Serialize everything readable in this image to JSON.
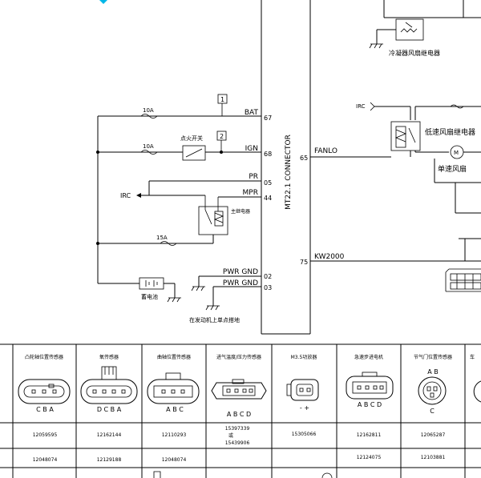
{
  "connector": {
    "title": "MT22.1  CONNECTOR",
    "pins": [
      {
        "name": "BAT",
        "num": "67"
      },
      {
        "name": "IGN",
        "num": "68"
      },
      {
        "name": "PR",
        "num": "05"
      },
      {
        "name": "MPR",
        "num": "44"
      },
      {
        "name": "PWR GND",
        "num": "02"
      },
      {
        "name": "PWR GND",
        "num": "03"
      }
    ],
    "right_pins": [
      {
        "name": "FANLO",
        "num": "65"
      },
      {
        "name": "KW2000",
        "num": "75"
      }
    ]
  },
  "left_circuit": {
    "fuse_bat": "10A",
    "fuse_ign": "10A",
    "fuse_relay": "15A",
    "box_1": "1",
    "box_2": "2",
    "ignition_switch": "点火开关",
    "main_relay": "主继电器",
    "irc": "IRC",
    "battery": "蓄电池",
    "ground_note": "在发动机上单点搭地"
  },
  "right_circuit": {
    "condenser_relay": "冷凝器风扇继电器",
    "irc": "IRC",
    "low_speed_relay": "低速风扇继电器",
    "single_fan": "单速风扇",
    "motor": "M"
  },
  "table": {
    "headers": [
      "凸轮轴位置传感器",
      "氧传感器",
      "曲轴位置传感器",
      "进气温度/压力传感器",
      "M3.5功放器",
      "急速步进电机",
      "节气门位置传感器",
      "车"
    ],
    "pin_labels": [
      "C B A",
      "D C B A",
      "A B C",
      "A B C D",
      "-  +",
      "A B C D",
      "C"
    ],
    "throttle_top": "A  B",
    "row1": [
      "12059595",
      "12162144",
      "12110293",
      "15397339",
      "15305066",
      "12162811",
      "12065287"
    ],
    "row1_extra": [
      "或",
      "15439906"
    ],
    "row2": [
      "12048074",
      "12129188",
      "12048074",
      "",
      "",
      "12124075",
      "12103881"
    ]
  }
}
